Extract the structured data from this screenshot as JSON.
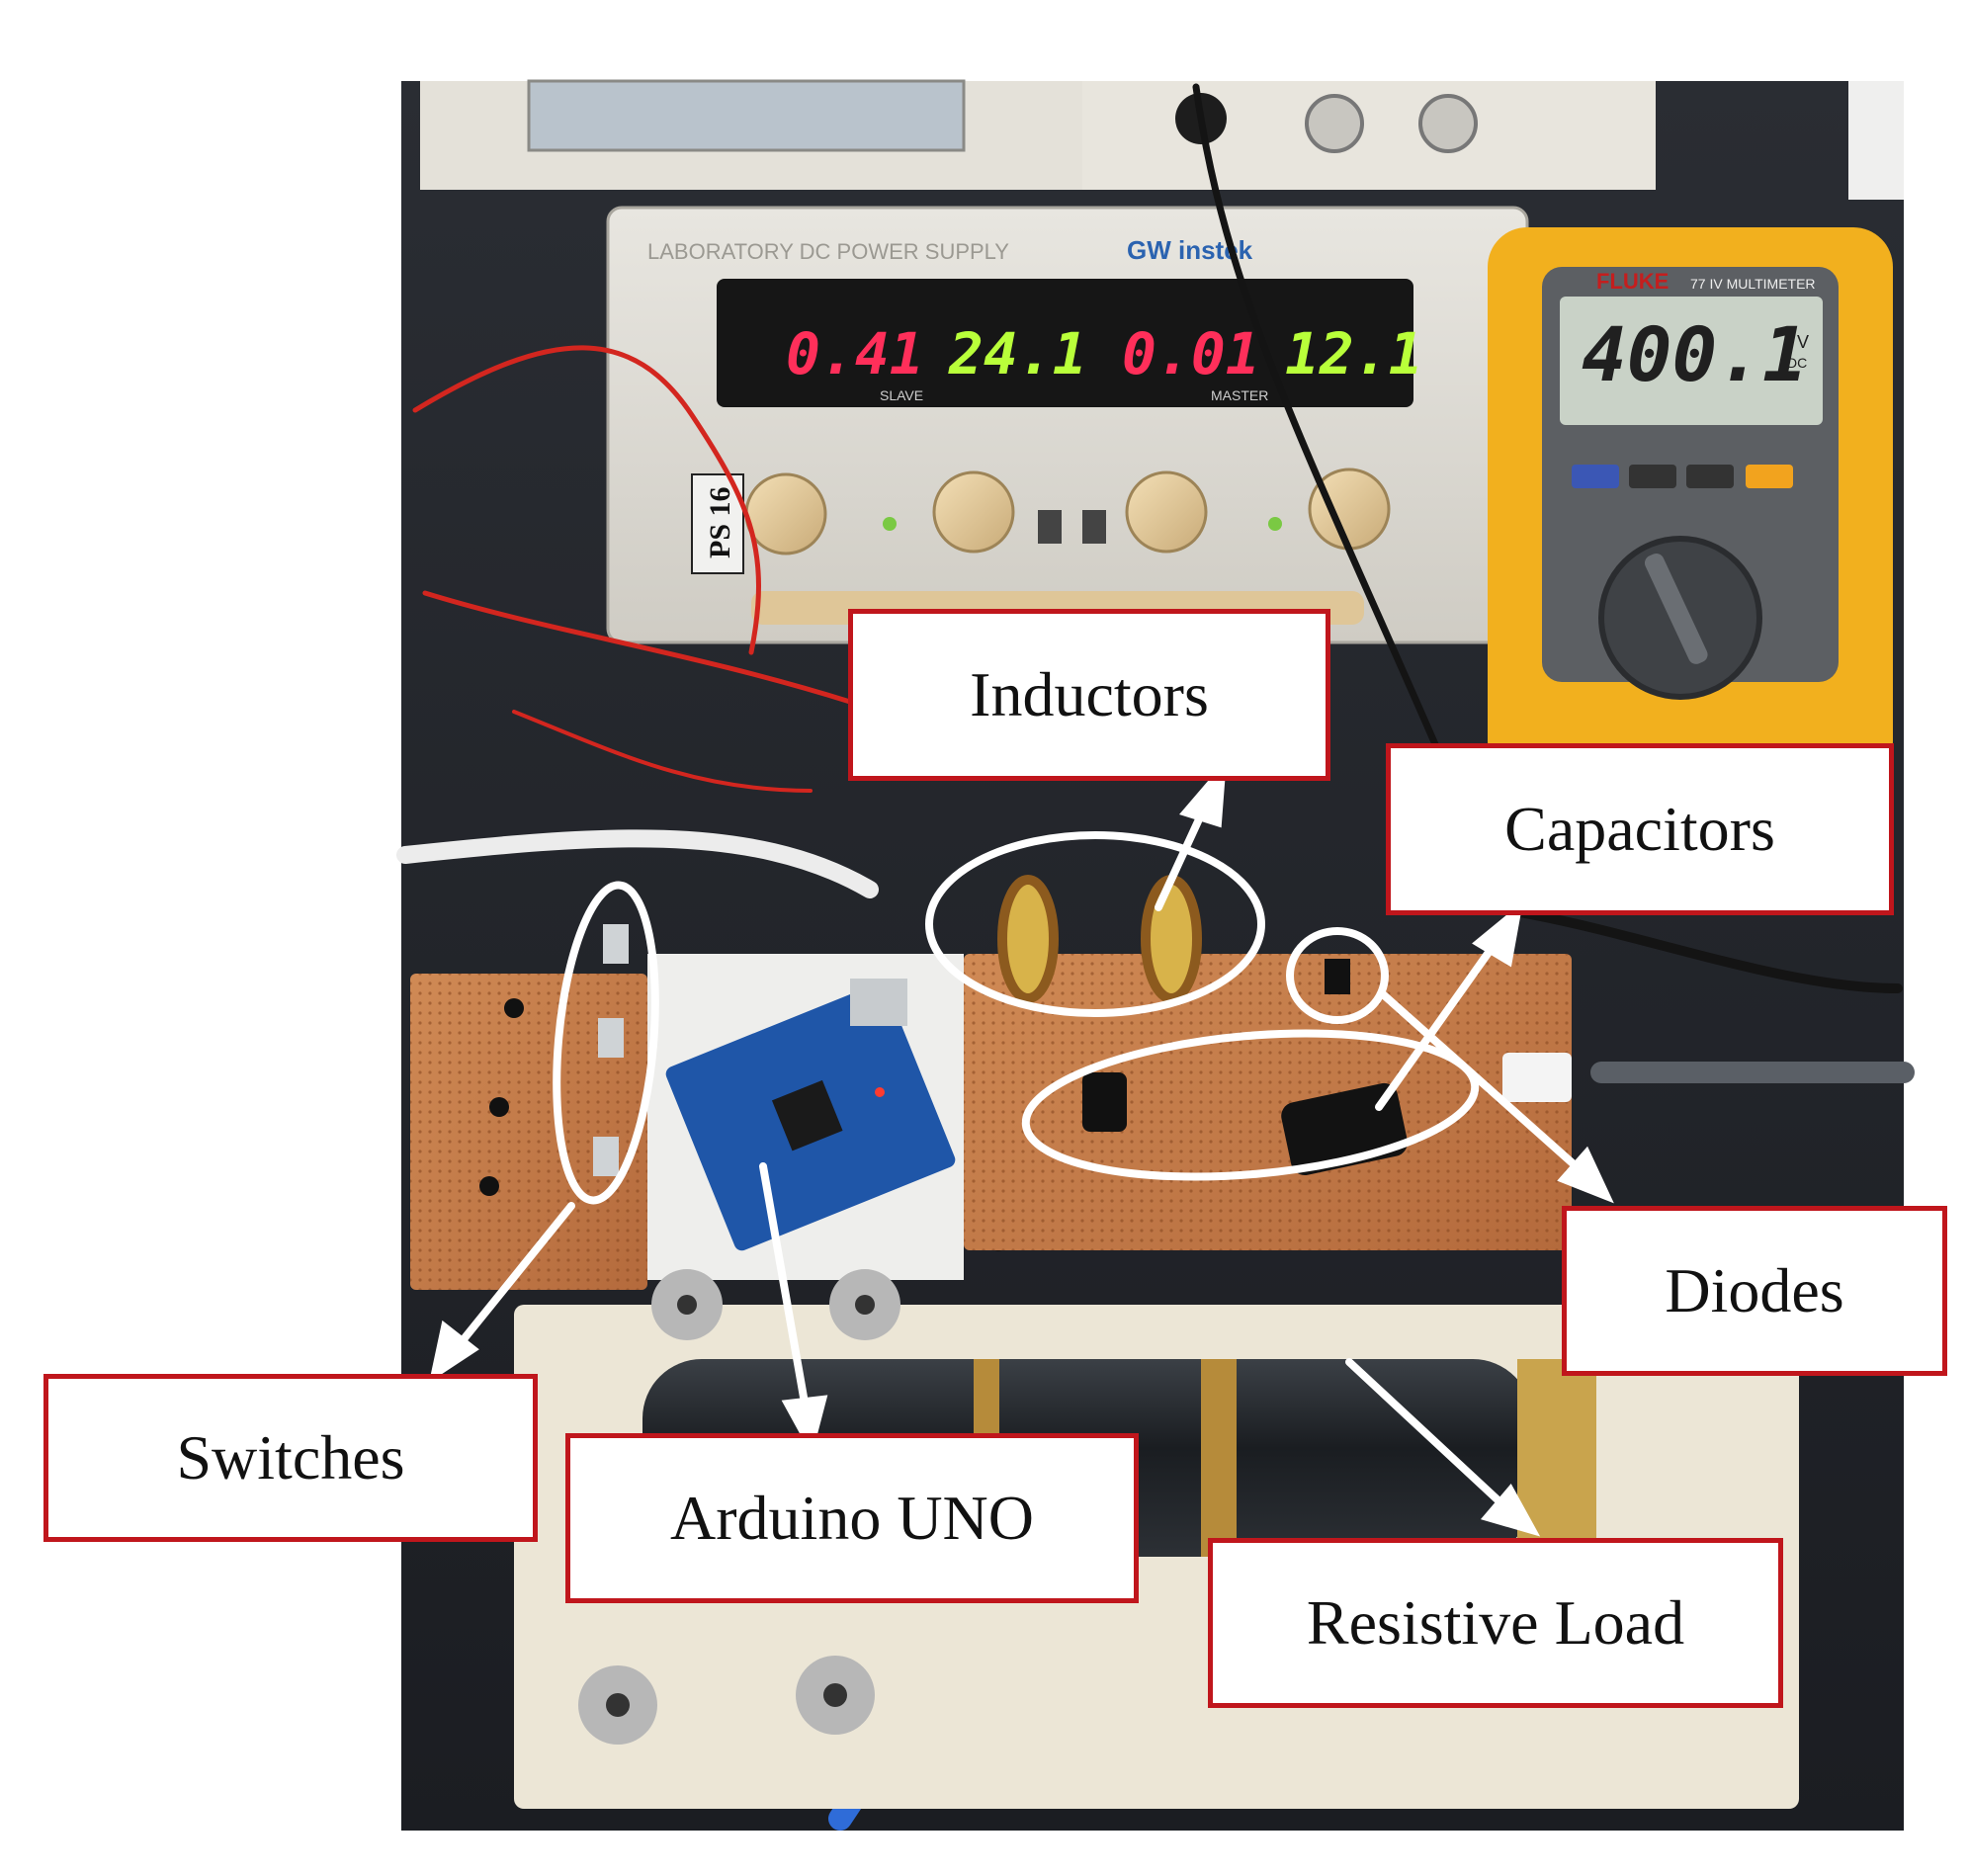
{
  "labels": {
    "inductors": "Inductors",
    "capacitors": "Capacitors",
    "diodes": "Diodes",
    "switches": "Switches",
    "arduino": "Arduino UNO",
    "resistive_load": "Resistive Load"
  },
  "power_supply": {
    "slave_current": "0.41",
    "slave_voltage": "24.1",
    "master_current": "0.01",
    "master_voltage": "12.1",
    "station_tag": "PS 16",
    "title": "LABORATORY DC POWER SUPPLY",
    "brand": "GW instek",
    "slave_label": "SLAVE",
    "master_label": "MASTER"
  },
  "multimeter": {
    "brand": "FLUKE",
    "model": "77 IV MULTIMETER",
    "reading": "400.1",
    "unit": "V",
    "mode": "DC"
  },
  "colors": {
    "callout_border": "#c0161c",
    "ps_current_digits": "#ff2f5a",
    "ps_voltage_digits": "#b9ff3a",
    "meter_body": "#f2b01e"
  }
}
